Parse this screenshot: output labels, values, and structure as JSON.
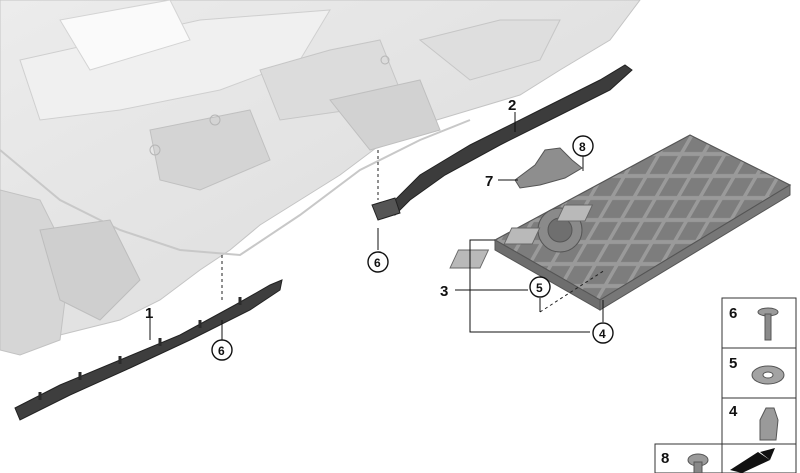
{
  "callouts": {
    "c1": "1",
    "c2": "2",
    "c3": "3",
    "c4": "4",
    "c5": "5",
    "c6a": "6",
    "c6b": "6",
    "c7": "7",
    "c8": "8"
  },
  "legend": {
    "item6": "6",
    "item5": "5",
    "item4": "4",
    "item8": "8"
  },
  "colors": {
    "dashboard": "#e6e6e6",
    "dark_part": "#3c3c3c",
    "tray": "#8c8c8c"
  }
}
